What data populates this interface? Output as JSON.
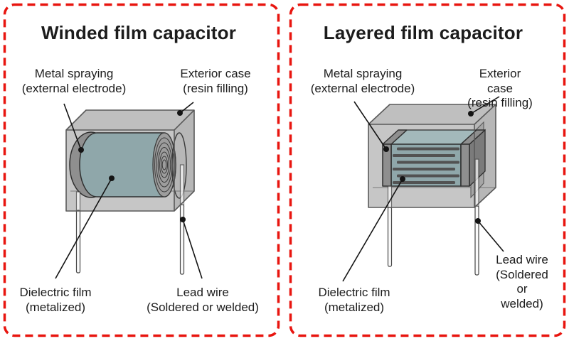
{
  "colors": {
    "red": "#e8150f",
    "ink": "#1c1c1c",
    "case-front": "#c6c6c6",
    "case-top": "#bfbfbf",
    "case-side": "#b7b7b7",
    "case-stroke": "#5a5a5a",
    "teal": "#8fa7aa",
    "teal-top": "#a3b9bb",
    "electrode": "#8f8f8f",
    "electrode-side": "#7b7b7b",
    "plate": "#a6a6a6",
    "stripe": "#525252",
    "spiral-fill": "#9d9d9d",
    "spiral-stroke": "#3a3a3a",
    "edge": "#2f2f2f",
    "wire": "#fafafa",
    "wire-stroke": "#474747",
    "leader": "#141414"
  },
  "panels": [
    {
      "title": "Winded film capacitor",
      "labels": {
        "metal_spraying": "Metal spraying\n(external electrode)",
        "exterior_case": "Exterior case\n(resin filling)",
        "dielectric_film": "Dielectric film\n(metalized)",
        "lead_wire": "Lead wire\n(Soldered or welded)"
      }
    },
    {
      "title": "Layered film capacitor",
      "labels": {
        "metal_spraying": "Metal spraying\n(external electrode)",
        "exterior_case": "Exterior case\n(resin filling)",
        "dielectric_film": "Dielectric film\n(metalized)",
        "lead_wire": "Lead wire\n(Soldered\nor welded)"
      }
    }
  ]
}
